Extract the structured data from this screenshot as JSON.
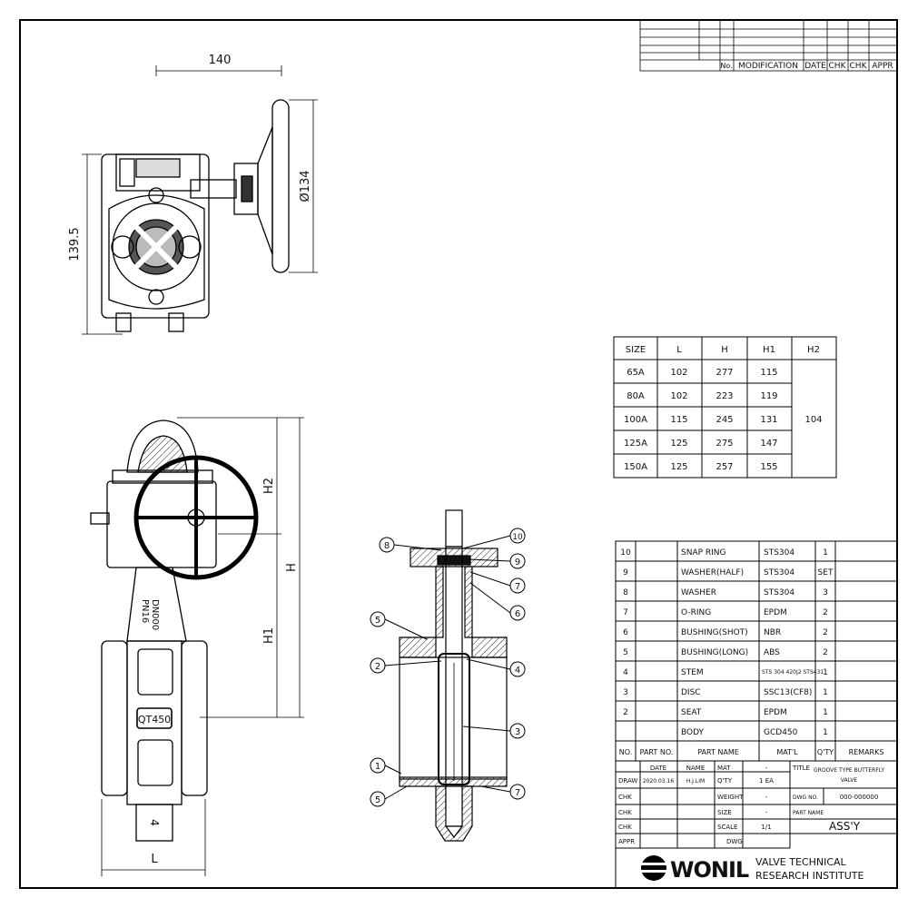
{
  "dimensions": {
    "width_140": "140",
    "height_139_5": "139.5",
    "wheel_dia": "Ø134",
    "h2": "H2",
    "h": "H",
    "h1": "H1",
    "l": "L"
  },
  "valve_marks": {
    "dn": "DN000",
    "pn": "PN16",
    "model": "QT450",
    "size_digit": "4"
  },
  "balloons": [
    "8",
    "5",
    "2",
    "1",
    "5",
    "10",
    "9",
    "7",
    "6",
    "4",
    "3",
    "7"
  ],
  "revision_table": {
    "headers": [
      "No.",
      "MODIFICATION",
      "DATE",
      "CHK",
      "CHK",
      "APPR"
    ]
  },
  "size_table": {
    "headers": [
      "SIZE",
      "L",
      "H",
      "H1",
      "H2"
    ],
    "rows": [
      [
        "65A",
        "102",
        "277",
        "115",
        ""
      ],
      [
        "80A",
        "102",
        "223",
        "119",
        ""
      ],
      [
        "100A",
        "115",
        "245",
        "131",
        ""
      ],
      [
        "125A",
        "125",
        "275",
        "147",
        ""
      ],
      [
        "150A",
        "125",
        "257",
        "155",
        ""
      ]
    ],
    "h2_merged": "104"
  },
  "parts_list": {
    "rows": [
      {
        "no": "10",
        "part_no": "",
        "name": "SNAP RING",
        "material": "STS304",
        "qty": "1",
        "remarks": ""
      },
      {
        "no": "9",
        "part_no": "",
        "name": "WASHER(HALF)",
        "material": "STS304",
        "qty": "SET",
        "remarks": ""
      },
      {
        "no": "8",
        "part_no": "",
        "name": "WASHER",
        "material": "STS304",
        "qty": "3",
        "remarks": ""
      },
      {
        "no": "7",
        "part_no": "",
        "name": "O-RING",
        "material": "EPDM",
        "qty": "2",
        "remarks": ""
      },
      {
        "no": "6",
        "part_no": "",
        "name": "BUSHING(SHOT)",
        "material": "NBR",
        "qty": "2",
        "remarks": ""
      },
      {
        "no": "5",
        "part_no": "",
        "name": "BUSHING(LONG)",
        "material": "ABS",
        "qty": "2",
        "remarks": ""
      },
      {
        "no": "4",
        "part_no": "",
        "name": "STEM",
        "material": "STS 304 420J2 STS431",
        "qty": "1",
        "remarks": ""
      },
      {
        "no": "3",
        "part_no": "",
        "name": "DISC",
        "material": "SSC13(CF8)",
        "qty": "1",
        "remarks": ""
      },
      {
        "no": "2",
        "part_no": "",
        "name": "SEAT",
        "material": "EPDM",
        "qty": "1",
        "remarks": ""
      },
      {
        "no": "",
        "part_no": "",
        "name": "BODY",
        "material": "GCD450",
        "qty": "1",
        "remarks": ""
      }
    ],
    "header": {
      "no": "NO.",
      "part_no": "PART NO.",
      "name": "PART NAME",
      "material": "MAT'L",
      "qty": "Q'TY",
      "remarks": "REMARKS"
    }
  },
  "title_block": {
    "hdr_date": "DATE",
    "hdr_name": "NAME",
    "mat_label": "MAT",
    "mat_value": "-",
    "title_label": "TITLE",
    "title_value1": "GROOVE TYPE BUTTERFLY",
    "title_value2": "VALVE",
    "rows": [
      {
        "label": "DRAW",
        "date": "2020.03.16",
        "name": "H.J.LIM",
        "key": "Q'TY",
        "value": "1 EA"
      },
      {
        "label": "CHK",
        "date": "",
        "name": "",
        "key": "WEIGHT",
        "value": "-"
      },
      {
        "label": "CHK",
        "date": "",
        "name": "",
        "key": "SIZE",
        "value": "-"
      },
      {
        "label": "CHK",
        "date": "",
        "name": "",
        "key": "SCALE",
        "value": "1/1"
      },
      {
        "label": "APPR",
        "date": "",
        "name": "",
        "key": "",
        "value": "DWG"
      }
    ],
    "dwg_no_label": "DWG NO.",
    "dwg_no_value": "000-000000",
    "part_name_label": "PART NAME",
    "part_name_value": "ASS'Y",
    "logo": "WONIL",
    "institute_line1": "VALVE TECHNICAL",
    "institute_line2": "RESEARCH INSTITUTE"
  }
}
